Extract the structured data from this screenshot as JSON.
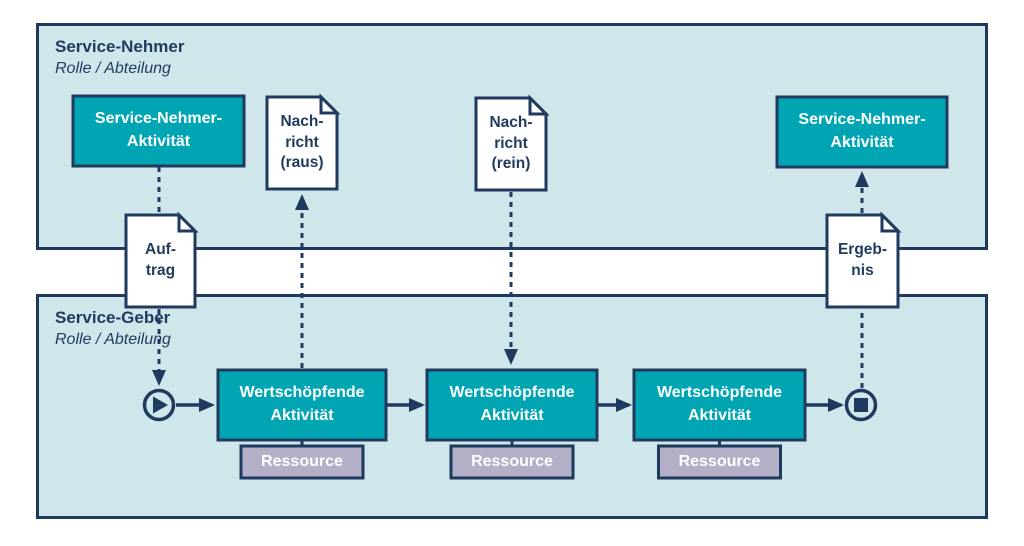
{
  "diagram": {
    "colors": {
      "navy": "#1f3a5e",
      "teal": "#00a5b4",
      "lane_fill": "#cfe6ea",
      "resource_fill": "#b3afc6",
      "document_fill": "#ffffff"
    },
    "lanes": {
      "nehmer": {
        "title": "Service-Nehmer",
        "subtitle": "Rolle / Abteilung"
      },
      "geber": {
        "title": "Service-Geber",
        "subtitle": "Rolle / Abteilung"
      }
    },
    "activities": {
      "nehmer_left": "Service-Nehmer-\nAktivität",
      "nehmer_right": "Service-Nehmer-\nAktivität",
      "geber_1": "Wertschöpfende\nAktivität",
      "geber_2": "Wertschöpfende\nAktivität",
      "geber_3": "Wertschöpfende\nAktivität"
    },
    "documents": {
      "auftrag": "Auf-\ntrag",
      "nachricht_raus": "Nach-\nricht\n(raus)",
      "nachricht_rein": "Nach-\nricht\n(rein)",
      "ergebnis": "Ergeb-\nnis"
    },
    "resources": [
      "Ressource",
      "Ressource",
      "Ressource"
    ],
    "events": {
      "start_icon": "play-icon",
      "end_icon": "stop-square-icon"
    }
  }
}
